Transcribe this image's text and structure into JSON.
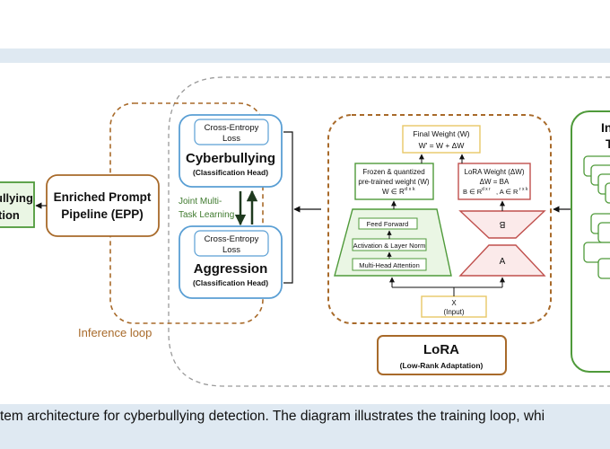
{
  "labels": {
    "output_line1": "ullying",
    "output_line2": "tion",
    "epp_line1": "Enriched Prompt",
    "epp_line2": "Pipeline (EPP)",
    "inference_loop": "Inference loop",
    "joint_line1": "Joint Multi-",
    "joint_line2": "Task Learning",
    "loss_label_line1": "Cross-Entropy",
    "loss_label_line2": "Loss",
    "cyber_title": "Cyberbullying",
    "aggr_title": "Aggression",
    "head_sub": "(Classification Head)",
    "final_line1": "Final Weight (W)",
    "final_line2": "W' = W + ΔW",
    "frozen_line1": "Frozen & quantized",
    "frozen_line2": "pre-trained weight (W)",
    "frozen_line3": "W ∈ R",
    "frozen_sup": "d x k",
    "lw_line1": "LoRA Weight (ΔW)",
    "lw_line2": "ΔW = BA",
    "lw_line3a": "B ∈ R",
    "lw_sup1": "d x r",
    "lw_line3b": ", A ∈ R",
    "lw_sup2": "r x k",
    "ff": "Feed Forward",
    "act": "Activation & Layer Norm",
    "mha": "Multi-Head Attention",
    "b_label": "B",
    "a_label": "A",
    "x_line1": "X",
    "x_line2": "(Input)",
    "lora_title": "LoRA",
    "lora_sub": "(Low-Rank Adaptation)",
    "input_line1": "In",
    "input_line2": "T"
  },
  "caption": "tem architecture for cyberbullying detection. The diagram illustrates the training loop, whi",
  "colors": {
    "green_border": "#4f9a3a",
    "green_fill": "#eaf6e4",
    "brown": "#a86a2a",
    "blue": "#5a9fd4",
    "red": "#c0504d",
    "gold": "#e8c766",
    "band": "#dfe9f2"
  }
}
